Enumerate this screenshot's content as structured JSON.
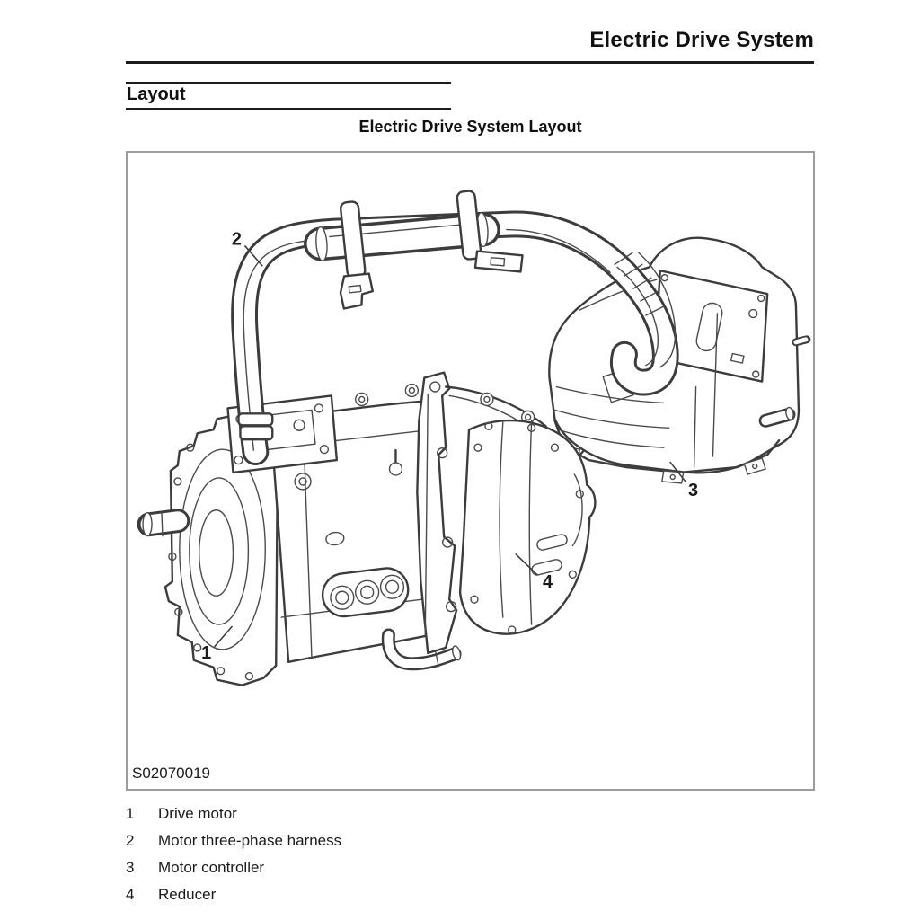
{
  "page": {
    "header_title": "Electric Drive System",
    "section_title": "Layout",
    "figure_title": "Electric Drive System Layout"
  },
  "figure": {
    "code": "S02070019",
    "callouts": [
      "1",
      "2",
      "3",
      "4"
    ]
  },
  "legend": {
    "items": [
      {
        "num": "1",
        "label": "Drive motor"
      },
      {
        "num": "2",
        "label": "Motor three-phase harness"
      },
      {
        "num": "3",
        "label": "Motor controller"
      },
      {
        "num": "4",
        "label": "Reducer"
      }
    ]
  },
  "colors": {
    "drawing_line": "#3c3c3c",
    "figure_border": "#9c9c9c",
    "text": "#111111"
  }
}
